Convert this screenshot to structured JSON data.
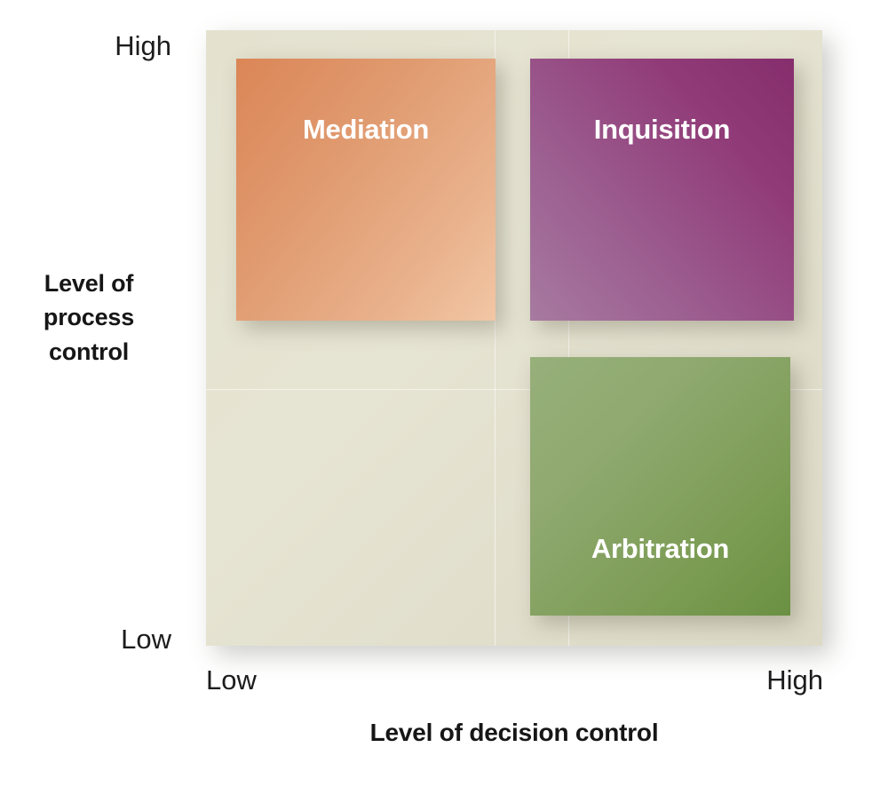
{
  "chart_data": {
    "type": "scatter",
    "title": "",
    "xlabel": "Level of decision control",
    "ylabel": "Level of process control",
    "x_ticks": [
      "Low",
      "High"
    ],
    "y_ticks": [
      "High",
      "Low"
    ],
    "grid": true,
    "legend": "none",
    "items": [
      {
        "label": "Mediation",
        "decision_control": "Low",
        "process_control": "High",
        "color": "#DE8C5E"
      },
      {
        "label": "Inquisition",
        "decision_control": "High",
        "process_control": "High",
        "color": "#88306F"
      },
      {
        "label": "Arbitration",
        "decision_control": "High",
        "process_control": "Low",
        "color": "#7C9C54"
      }
    ]
  },
  "matrix": {
    "panel_color": "#E4E2CF",
    "tiles": {
      "mediation": {
        "label": "Mediation"
      },
      "inquisition": {
        "label": "Inquisition"
      },
      "arbitration": {
        "label": "Arbitration"
      }
    }
  },
  "axes": {
    "y": {
      "title": "Level of\nprocess\ncontrol",
      "high_label": "High",
      "low_label": "Low"
    },
    "x": {
      "title": "Level of decision control",
      "low_label": "Low",
      "high_label": "High"
    }
  }
}
